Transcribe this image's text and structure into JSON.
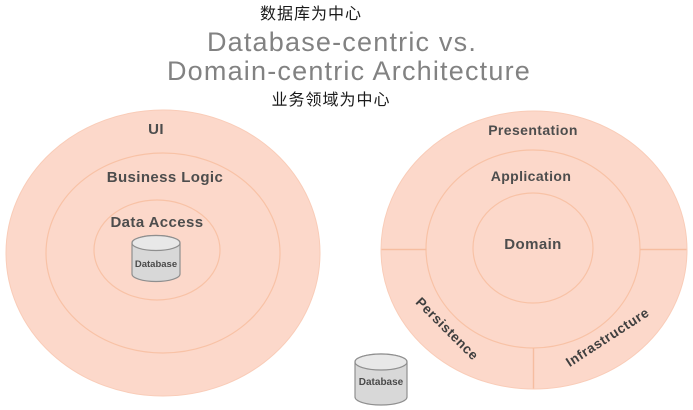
{
  "header": {
    "top_cn": "数据库为中心",
    "title_line1": "Database-centric vs.",
    "title_line2": "Domain-centric Architecture",
    "bottom_cn": "业务领域为中心"
  },
  "left_diagram": {
    "name": "database-centric architecture",
    "rings": [
      "UI",
      "Business Logic",
      "Data Access"
    ],
    "database_label": "Database"
  },
  "right_diagram": {
    "name": "domain-centric architecture",
    "rings": [
      "Presentation",
      "Application",
      "Domain"
    ],
    "sectors": [
      "Persistence",
      "Infrastructure"
    ],
    "database_label": "Database"
  },
  "colors": {
    "circle_fill": "#fcd8ca",
    "ring_stroke": "#f8c2a6",
    "label_text": "#4d4d4d",
    "title_text": "#828282",
    "cn_text": "#1a1a1a",
    "cylinder_fill": "#d8d8d8",
    "cylinder_top": "#e8e8e8",
    "cylinder_stroke": "#8f8f8f"
  }
}
